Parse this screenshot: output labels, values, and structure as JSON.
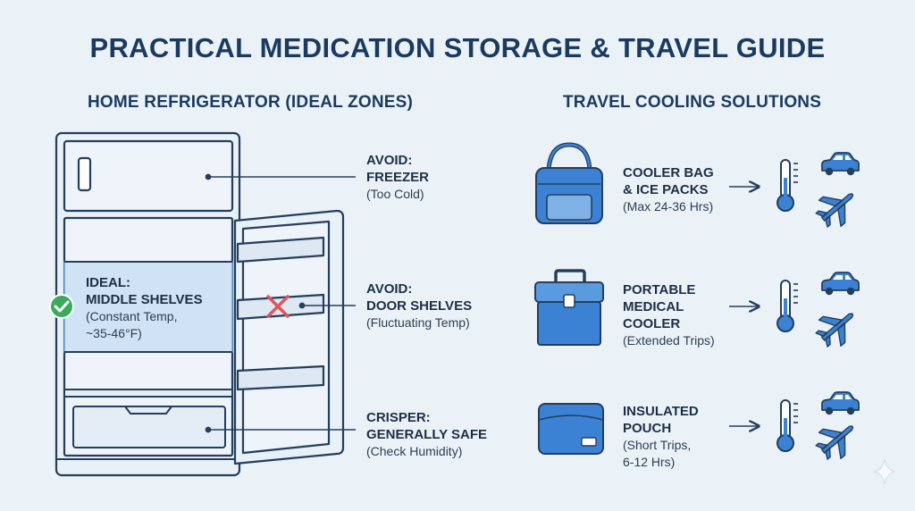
{
  "title": "PRACTICAL MEDICATION STORAGE & TRAVEL GUIDE",
  "home_section": {
    "heading": "HOME REFRIGERATOR (IDEAL ZONES)",
    "ideal": {
      "line1": "IDEAL:",
      "line2": "MIDDLE SHELVES",
      "line3": "(Constant Temp,",
      "line4": "~35-46°F)"
    },
    "freezer": {
      "line1": "AVOID:",
      "line2": "FREEZER",
      "note": "(Too Cold)"
    },
    "door": {
      "line1": "AVOID:",
      "line2": "DOOR SHELVES",
      "note": "(Fluctuating Temp)"
    },
    "crisper": {
      "line1": "CRISPER:",
      "line2": "GENERALLY SAFE",
      "note": "(Check Humidity)"
    }
  },
  "travel_section": {
    "heading": "TRAVEL COOLING SOLUTIONS",
    "items": [
      {
        "line1": "COOLER BAG",
        "line2": "& ICE PACKS",
        "note1": "(Max 24-36 Hrs)",
        "icon": "cooler-bag-icon"
      },
      {
        "line1": "PORTABLE",
        "line2": "MEDICAL",
        "line3": "COOLER",
        "note1": "(Extended Trips)",
        "icon": "portable-cooler-icon"
      },
      {
        "line1": "INSULATED",
        "line2": "POUCH",
        "note1": "(Short Trips,",
        "note2": "6-12 Hrs)",
        "icon": "insulated-pouch-icon"
      }
    ]
  },
  "colors": {
    "accent_blue": "#3c82d4",
    "dark_navy": "#1b3a5f",
    "ideal_fill": "#cfe3f5",
    "check_green": "#3aaa5c",
    "cross_red": "#e0555a",
    "background": "#eaf2f8"
  }
}
